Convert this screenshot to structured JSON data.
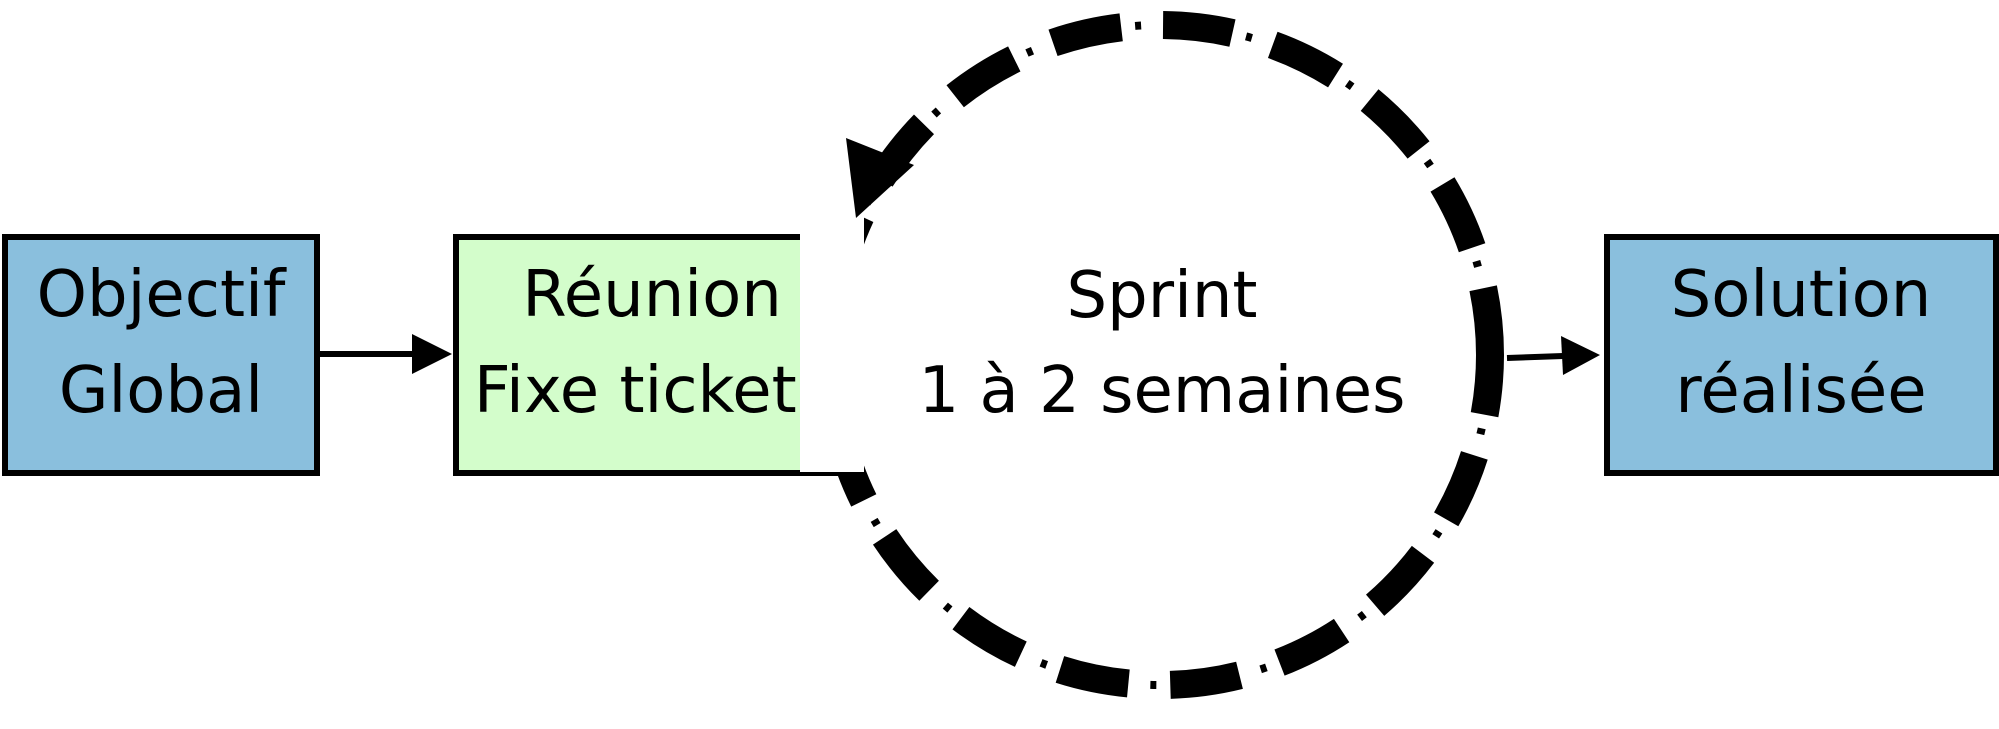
{
  "colors": {
    "box_blue": "#8abfdd",
    "box_green": "#d3fdcb",
    "stroke": "#000000",
    "background": "#ffffff"
  },
  "diagram": {
    "objective": {
      "line1": "Objectif",
      "line2": "Global"
    },
    "meeting": {
      "line1": "Réunion",
      "line2": "Fixe tickets"
    },
    "sprint": {
      "line1": "Sprint",
      "line2": "1 à 2 semaines"
    },
    "solution": {
      "line1": "Solution",
      "line2": "réalisée"
    }
  }
}
